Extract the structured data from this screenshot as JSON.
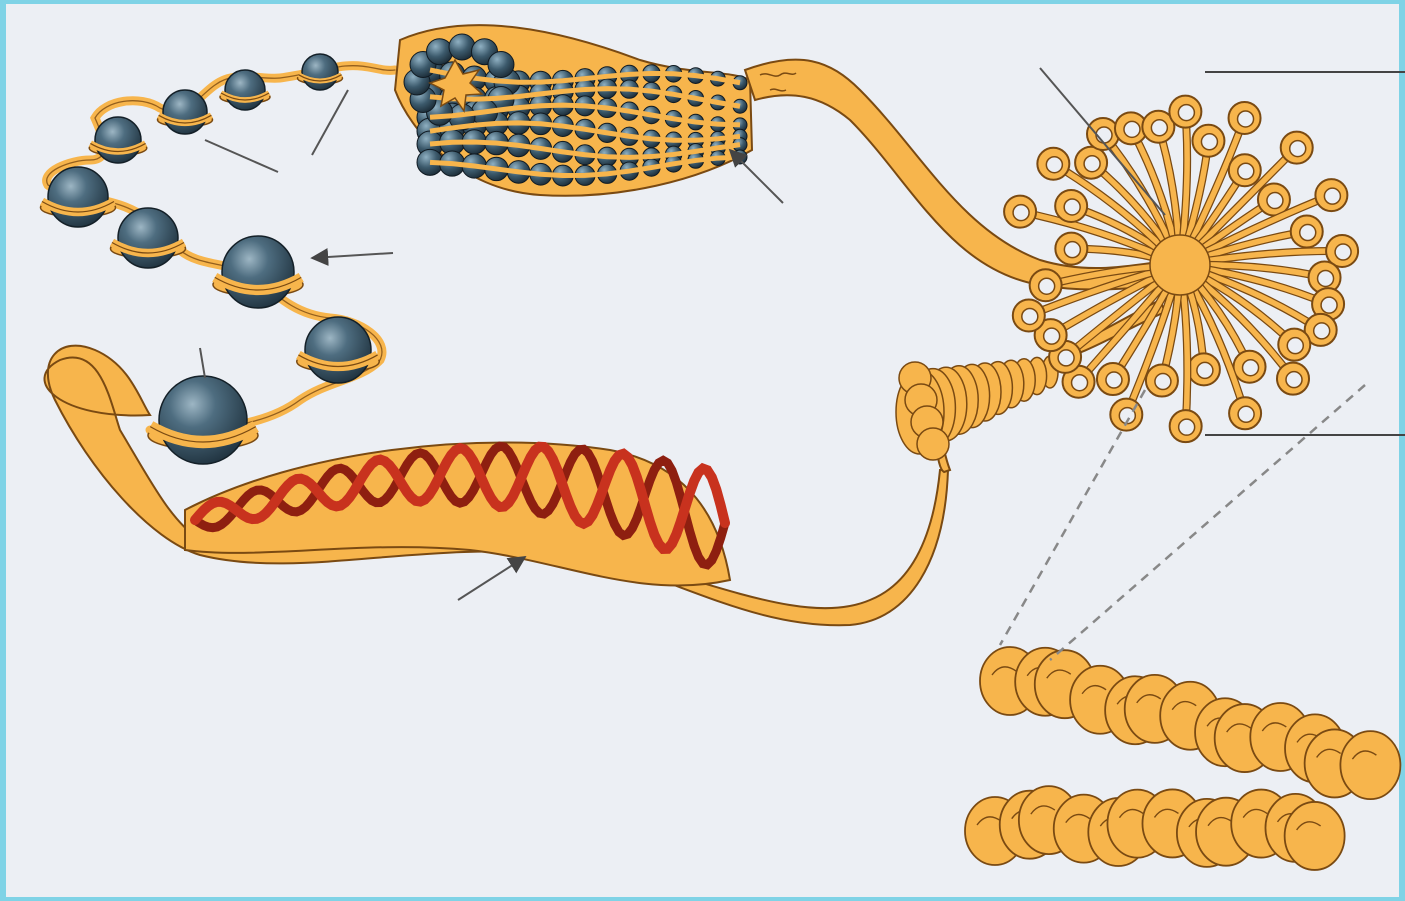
{
  "diagram": {
    "title": "",
    "labels": [],
    "stages": [
      {
        "id": "dna-double-helix"
      },
      {
        "id": "nucleosome-string"
      },
      {
        "id": "nucleosome-fiber"
      },
      {
        "id": "solenoid-fiber"
      },
      {
        "id": "looped-domains"
      },
      {
        "id": "condensed-chromosome"
      }
    ],
    "colors": {
      "frame": "#7fd3e6",
      "background": "#eceff4",
      "fiber": "#f7b54c",
      "fiber_outline": "#7a4a12",
      "helix_strand": "#c8321e",
      "helix_strand_dark": "#8e1f10",
      "histone": "#2c4656",
      "histone_highlight": "#6f8fa2",
      "leader_line": "#555555"
    }
  }
}
